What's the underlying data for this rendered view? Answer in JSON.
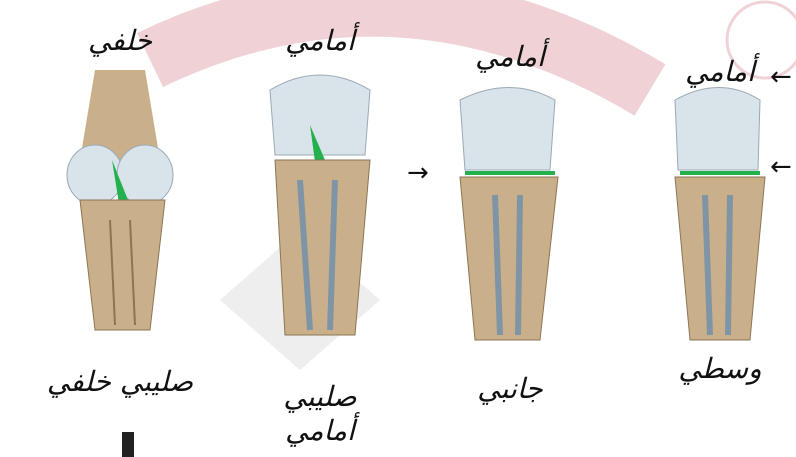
{
  "panels": [
    {
      "id": "panel-1",
      "top_label": "خلفي",
      "bottom_label": "صليبي خلفي"
    },
    {
      "id": "panel-2",
      "top_label": "أمامي",
      "bottom_label_lines": [
        "صليبي",
        "أمامي"
      ]
    },
    {
      "id": "panel-3",
      "top_label": "أمامي",
      "bottom_label": "جانبي"
    },
    {
      "id": "panel-4",
      "top_label": "أمامي",
      "bottom_label": "وسطي"
    }
  ],
  "arrows": {
    "left": "→",
    "right": "←",
    "top_right": "←"
  },
  "colors": {
    "watermark": "#e7bfc6",
    "bone_light": "#d9e3ea",
    "bone_shadow": "#9aa9b5",
    "tibia": "#c9b08a",
    "ligament": "#22b14c"
  }
}
